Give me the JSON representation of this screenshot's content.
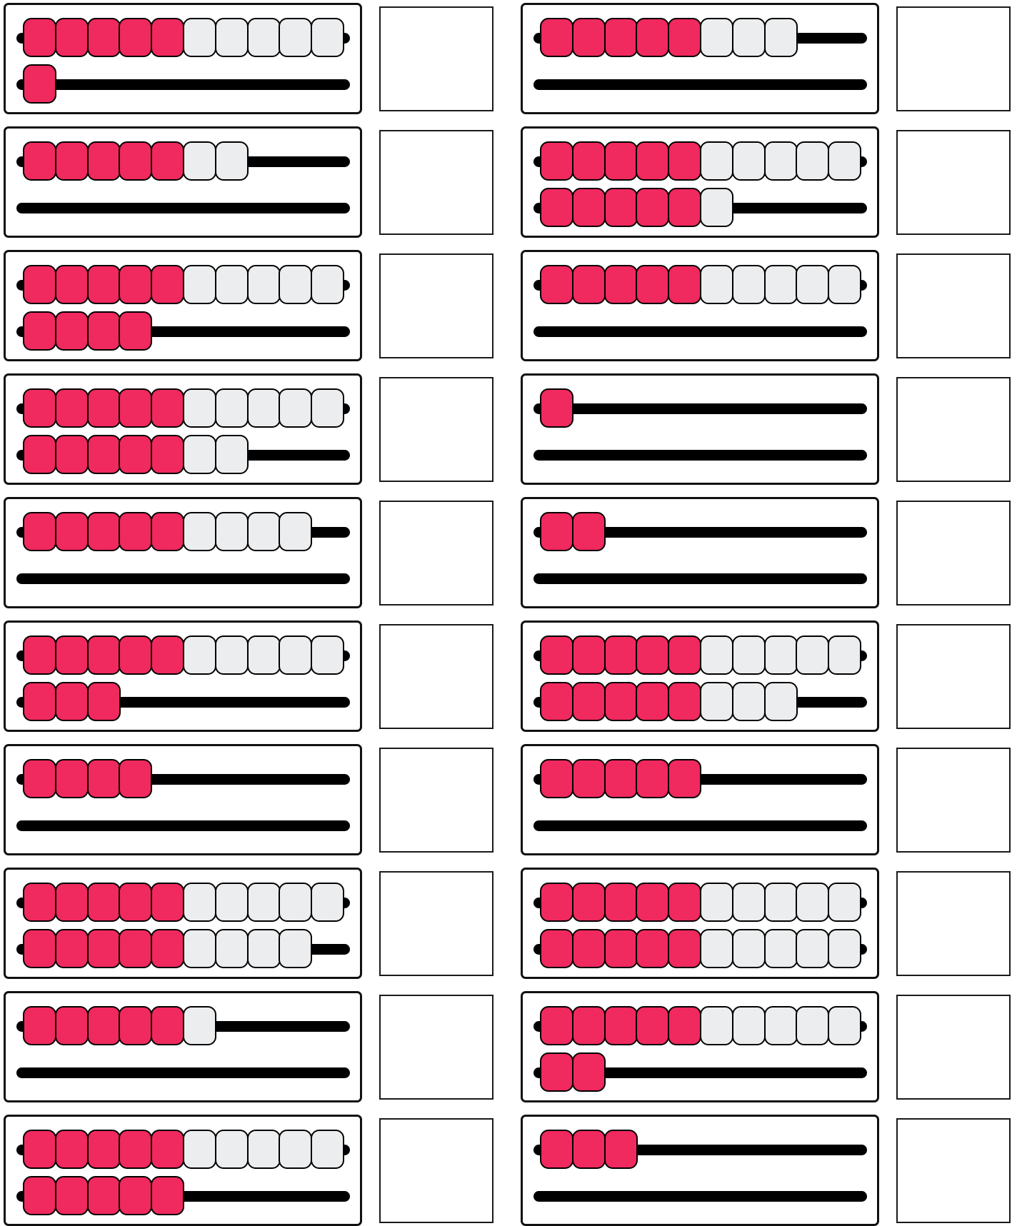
{
  "colors": {
    "filled_bead": "#F0295E",
    "empty_bead": "#ECEDEE",
    "outline": "#000000",
    "rod": "#000000"
  },
  "items": [
    {
      "rows": [
        {
          "red": 5,
          "white": 5
        },
        {
          "red": 1,
          "white": 0
        }
      ]
    },
    {
      "rows": [
        {
          "red": 5,
          "white": 3
        },
        {
          "red": 0,
          "white": 0
        }
      ]
    },
    {
      "rows": [
        {
          "red": 5,
          "white": 2
        },
        {
          "red": 0,
          "white": 0
        }
      ]
    },
    {
      "rows": [
        {
          "red": 5,
          "white": 5
        },
        {
          "red": 5,
          "white": 1
        }
      ]
    },
    {
      "rows": [
        {
          "red": 5,
          "white": 5
        },
        {
          "red": 4,
          "white": 0
        }
      ]
    },
    {
      "rows": [
        {
          "red": 5,
          "white": 5
        },
        {
          "red": 0,
          "white": 0
        }
      ]
    },
    {
      "rows": [
        {
          "red": 5,
          "white": 5
        },
        {
          "red": 5,
          "white": 2
        }
      ]
    },
    {
      "rows": [
        {
          "red": 1,
          "white": 0
        },
        {
          "red": 0,
          "white": 0
        }
      ]
    },
    {
      "rows": [
        {
          "red": 5,
          "white": 4
        },
        {
          "red": 0,
          "white": 0
        }
      ]
    },
    {
      "rows": [
        {
          "red": 2,
          "white": 0
        },
        {
          "red": 0,
          "white": 0
        }
      ]
    },
    {
      "rows": [
        {
          "red": 5,
          "white": 5
        },
        {
          "red": 3,
          "white": 0
        }
      ]
    },
    {
      "rows": [
        {
          "red": 5,
          "white": 5
        },
        {
          "red": 5,
          "white": 3
        }
      ]
    },
    {
      "rows": [
        {
          "red": 4,
          "white": 0
        },
        {
          "red": 0,
          "white": 0
        }
      ]
    },
    {
      "rows": [
        {
          "red": 5,
          "white": 0
        },
        {
          "red": 0,
          "white": 0
        }
      ]
    },
    {
      "rows": [
        {
          "red": 5,
          "white": 5
        },
        {
          "red": 5,
          "white": 4
        }
      ]
    },
    {
      "rows": [
        {
          "red": 5,
          "white": 5
        },
        {
          "red": 5,
          "white": 5
        }
      ]
    },
    {
      "rows": [
        {
          "red": 5,
          "white": 1
        },
        {
          "red": 0,
          "white": 0
        }
      ]
    },
    {
      "rows": [
        {
          "red": 5,
          "white": 5
        },
        {
          "red": 2,
          "white": 0
        }
      ]
    },
    {
      "rows": [
        {
          "red": 5,
          "white": 5
        },
        {
          "red": 5,
          "white": 0
        }
      ]
    },
    {
      "rows": [
        {
          "red": 3,
          "white": 0
        },
        {
          "red": 0,
          "white": 0
        }
      ]
    }
  ]
}
